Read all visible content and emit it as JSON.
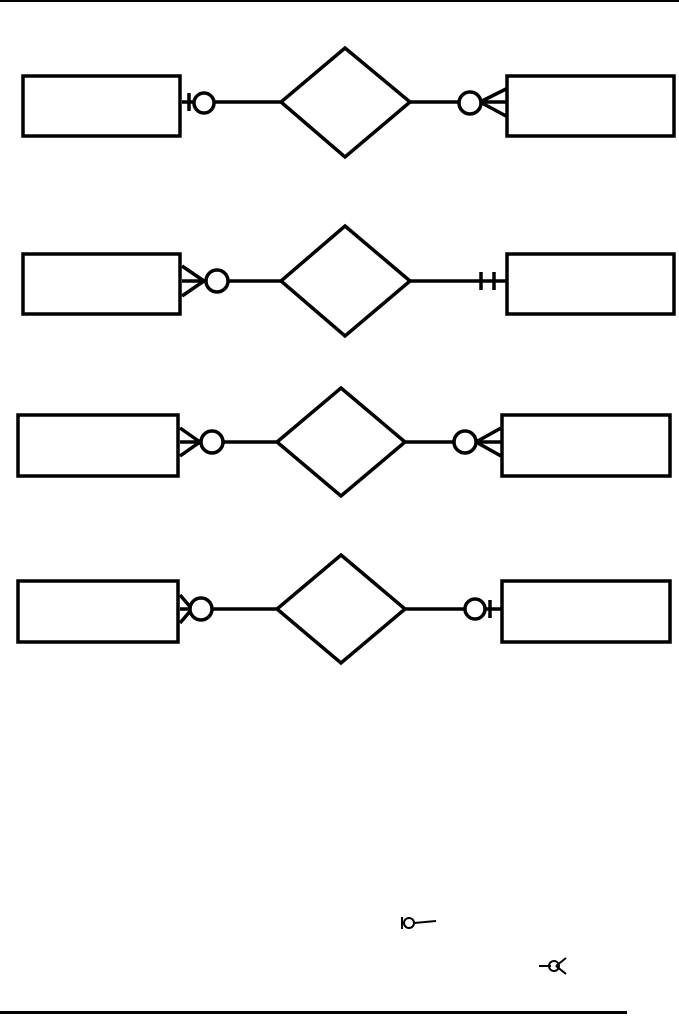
{
  "diagram": {
    "type": "entity-relationship (crow's foot notation)",
    "stroke_color": "#000000",
    "background_color": "#ffffff",
    "relationships": [
      {
        "left_cardinality": "zero-or-one",
        "right_cardinality": "zero-or-many"
      },
      {
        "left_cardinality": "zero-or-many",
        "right_cardinality": "one-and-only-one"
      },
      {
        "left_cardinality": "zero-or-many",
        "right_cardinality": "zero-or-many"
      },
      {
        "left_cardinality": "zero-or-many",
        "right_cardinality": "zero-or-one"
      }
    ]
  },
  "legend": {
    "symbols": [
      "zero-or-one-symbol",
      "zero-or-many-symbol"
    ]
  }
}
